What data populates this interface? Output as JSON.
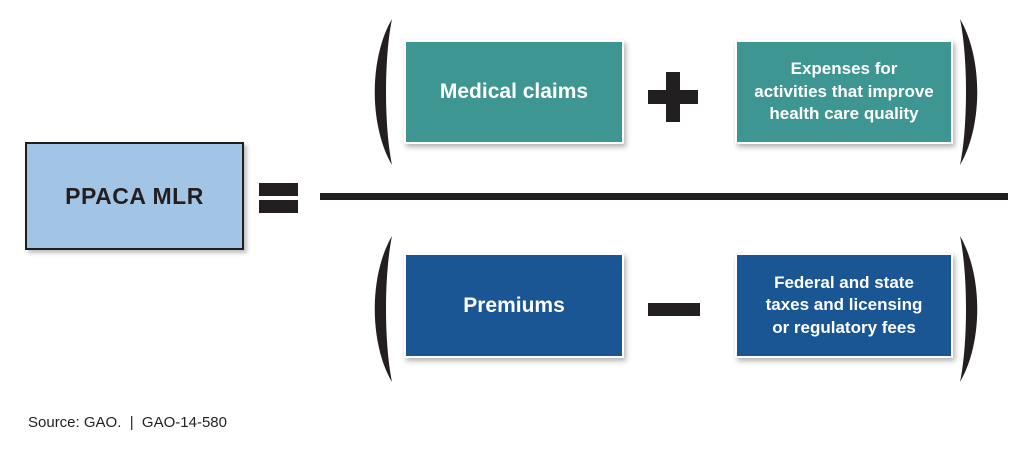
{
  "colors": {
    "teal": "#3E9692",
    "dark_blue": "#1A5693",
    "light_blue": "#A2C5E6",
    "ink": "#231F20"
  },
  "formula": {
    "result_label": "PPACA MLR",
    "equals_symbol": "=",
    "numerator": {
      "term1": "Medical claims",
      "operator_symbol": "+",
      "operator_name": "plus",
      "term2_lines": [
        "Expenses for",
        "activities that improve",
        "health care quality"
      ]
    },
    "denominator": {
      "term1": "Premiums",
      "operator_symbol": "−",
      "operator_name": "minus",
      "term2_lines": [
        "Federal and state",
        "taxes and licensing",
        "or regulatory fees"
      ]
    }
  },
  "footer": {
    "source_text": "Source: GAO.  |  GAO-14-580"
  }
}
